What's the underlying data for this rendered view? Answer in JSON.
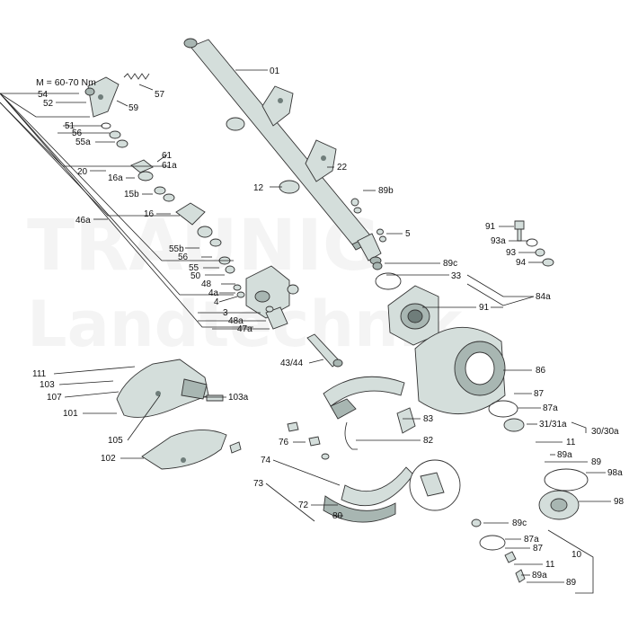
{
  "torque_note": "M = 60-70 Nm",
  "watermark": {
    "line1": "TRAUNIG",
    "line2": "Landtechnik"
  },
  "colors": {
    "part_fill": "#d4dedb",
    "part_dark": "#a8b6b2",
    "hole_fill": "#6f7d7a",
    "ring_highlight": "#7fd6c9",
    "line": "#222222",
    "background": "#ffffff"
  },
  "callouts": [
    "01",
    "22",
    "12",
    "89b",
    "5",
    "89c",
    "33",
    "84a",
    "91",
    "91",
    "93a",
    "93",
    "94",
    "57",
    "59",
    "54",
    "52",
    "51",
    "56",
    "55a",
    "61",
    "61a",
    "20",
    "16a",
    "15b",
    "16",
    "46a",
    "55b",
    "56",
    "55",
    "50",
    "48",
    "4a",
    "4",
    "3",
    "48a",
    "47a",
    "43/44",
    "111",
    "103",
    "107",
    "103a",
    "101",
    "105",
    "102",
    "86",
    "87",
    "87a",
    "31/31a",
    "30/30a",
    "11",
    "89a",
    "89",
    "98a",
    "98",
    "83",
    "82",
    "76",
    "74",
    "73",
    "72",
    "80",
    "89c",
    "87a",
    "87",
    "11",
    "89a",
    "89",
    "10"
  ]
}
